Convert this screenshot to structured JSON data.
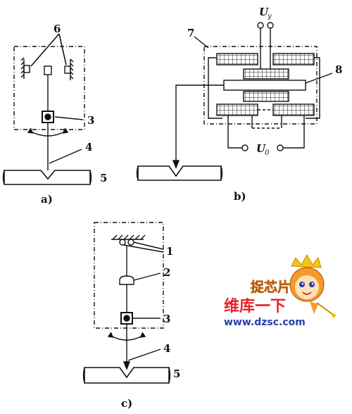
{
  "diagram_a": {
    "caption": "a)",
    "labels": {
      "l6": "6",
      "l3": "3",
      "l4": "4",
      "l5": "5"
    }
  },
  "diagram_b": {
    "caption": "b)",
    "labels": {
      "l7": "7",
      "l8": "8"
    },
    "voltage_top": {
      "symbol": "U",
      "sub": "y"
    },
    "voltage_bottom": {
      "symbol": "U",
      "sub": "0"
    }
  },
  "diagram_c": {
    "caption": "c)",
    "labels": {
      "l1": "1",
      "l2": "2",
      "l3": "3",
      "l4": "4",
      "l5": "5"
    }
  },
  "watermark": {
    "title": "捉芯片",
    "subtitle": "维库一下",
    "url": "www.dzsc.com",
    "colors": {
      "orange": "#f39a2b",
      "red": "#e8202a",
      "blue": "#2a3fa8"
    }
  }
}
